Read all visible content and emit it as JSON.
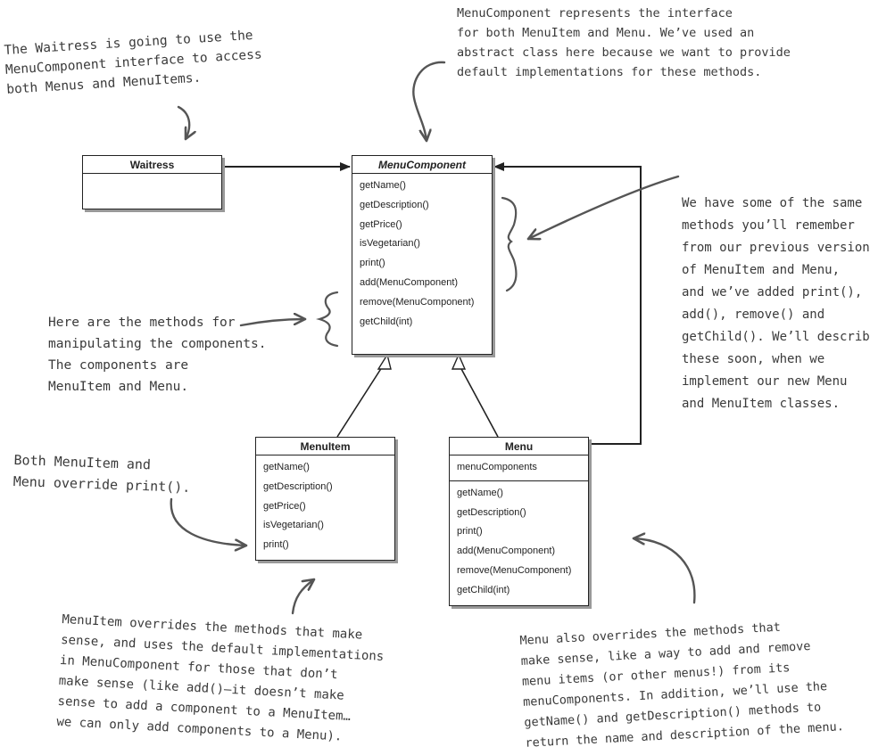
{
  "classes": {
    "waitress": {
      "name": "Waitress"
    },
    "menu_component": {
      "name": "MenuComponent",
      "methods": [
        "getName()",
        "getDescription()",
        "getPrice()",
        "isVegetarian()",
        "print()",
        "add(MenuComponent)",
        "remove(MenuComponent)",
        "getChild(int)"
      ]
    },
    "menu_item": {
      "name": "MenuItem",
      "methods": [
        "getName()",
        "getDescription()",
        "getPrice()",
        "isVegetarian()",
        "print()"
      ]
    },
    "menu": {
      "name": "Menu",
      "attributes": [
        "menuComponents"
      ],
      "methods": [
        "getName()",
        "getDescription()",
        "print()",
        "add(MenuComponent)",
        "remove(MenuComponent)",
        "getChild(int)"
      ]
    }
  },
  "notes": {
    "waitress_note": [
      "The Waitress is going to use the",
      "MenuComponent interface to access",
      "both Menus and MenuItems."
    ],
    "menucomponent_note": [
      "MenuComponent represents the interface",
      "for both MenuItem and Menu. We’ve used an",
      "abstract class here because we want to provide",
      "default implementations for these methods."
    ],
    "same_methods_note": [
      "We have some of the same",
      "methods you’ll remember",
      "from our previous versions",
      "of MenuItem and Menu,",
      "and we’ve added print(),",
      "add(), remove() and",
      "getChild(). We’ll describe",
      "these soon, when we",
      "implement our new Menu",
      "and MenuItem classes."
    ],
    "manipulating_note": [
      "Here are the methods for",
      "manipulating the components.",
      "The components are",
      "MenuItem and Menu."
    ],
    "override_print_note": [
      "Both MenuItem and",
      "Menu override print()."
    ],
    "menuitem_overrides_note": [
      "MenuItem overrides the methods that make",
      "sense, and uses the default implementations",
      "in MenuComponent for those that don’t",
      "make sense (like add()—it doesn’t make",
      "sense to add a component  to a MenuItem…",
      "we can only add components to a Menu)."
    ],
    "menu_overrides_note": [
      "Menu also overrides the methods that",
      "make sense, like a way to add and remove",
      "menu items (or other menus!) from its",
      "menuComponents. In addition, we’ll use the",
      "getName() and getDescription() methods to",
      "return the name and description of the menu."
    ]
  }
}
